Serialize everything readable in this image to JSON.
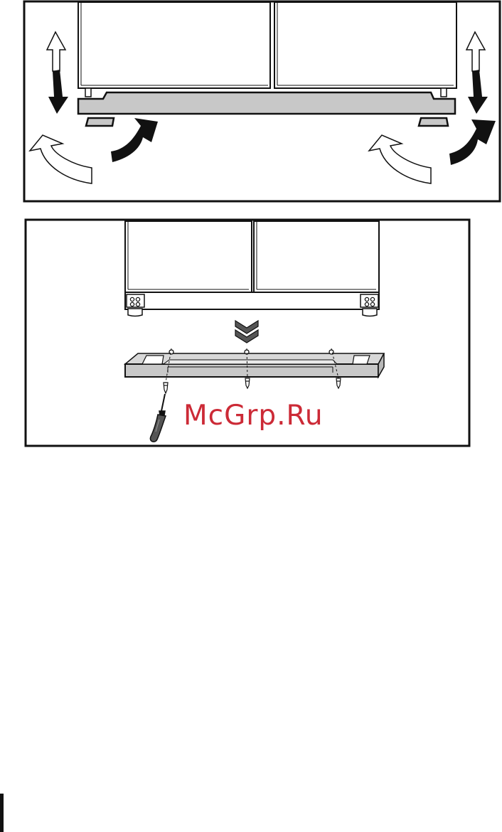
{
  "watermark": {
    "text": "McGrp.Ru"
  },
  "colors": {
    "line": "#111111",
    "kick_plate": "#c8c8c8",
    "watermark": "#cc2a36",
    "page": "#ffffff"
  },
  "steps": [
    {
      "name": "adjust-feet-and-plate"
    },
    {
      "name": "attach-kick-plate-with-screws"
    }
  ]
}
